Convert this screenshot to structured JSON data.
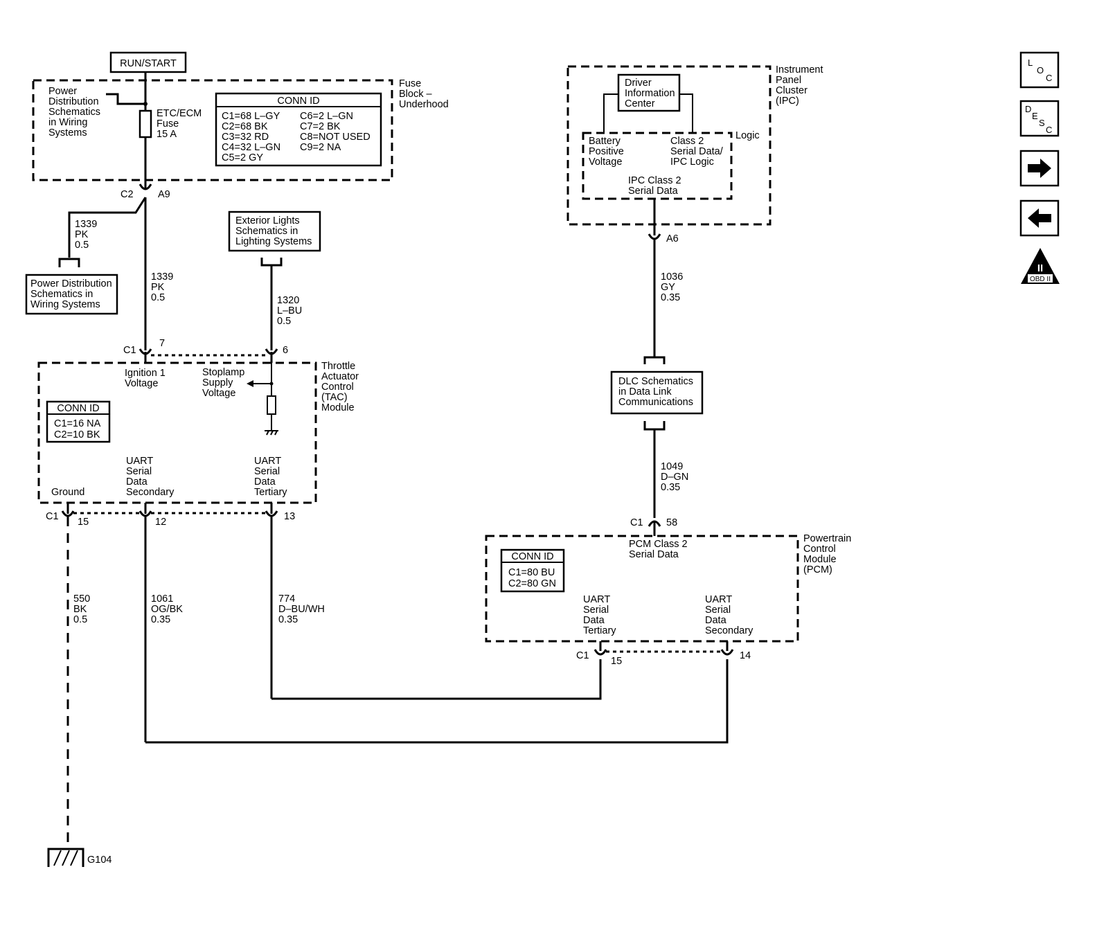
{
  "fuse_block": {
    "run_start": "RUN/START",
    "ref_power": [
      "Power",
      "Distribution",
      "Schematics",
      "in Wiring",
      "Systems"
    ],
    "fuse_label": [
      "ETC/ECM",
      "Fuse",
      "15 A"
    ],
    "name": [
      "Fuse",
      "Block –",
      "Underhood"
    ],
    "conn_id_title": "CONN ID",
    "conn_id_left": [
      "C1=68 L–GY",
      "C2=68 BK",
      "C3=32 RD",
      "C4=32 L–GN",
      "C5=2 GY"
    ],
    "conn_id_right": [
      "C6=2 L–GN",
      "C7=2 BK",
      "C8=NOT USED",
      "C9=2 NA"
    ]
  },
  "connectors": {
    "c2": "C2",
    "a9": "A9",
    "c1_7": "C1",
    "pin7": "7",
    "pin6": "6",
    "c1_15": "C1",
    "pin15": "15",
    "pin12": "12",
    "pin13": "13",
    "a6": "A6",
    "c1_58": "C1",
    "pin58": "58",
    "c1_pcm": "C1",
    "pcm15": "15",
    "pcm14": "14"
  },
  "wires": {
    "w1339_branch": [
      "1339",
      "PK",
      "0.5"
    ],
    "w1339_main": [
      "1339",
      "PK",
      "0.5"
    ],
    "w1320": [
      "1320",
      "L–BU",
      "0.5"
    ],
    "w550": [
      "550",
      "BK",
      "0.5"
    ],
    "w1061": [
      "1061",
      "OG/BK",
      "0.35"
    ],
    "w774": [
      "774",
      "D–BU/WH",
      "0.35"
    ],
    "w1036": [
      "1036",
      "GY",
      "0.35"
    ],
    "w1049": [
      "1049",
      "D–GN",
      "0.35"
    ]
  },
  "power_ref_box": [
    "Power Distribution",
    "Schematics in",
    "Wiring  Systems"
  ],
  "ext_lights_box": [
    "Exterior Lights",
    "Schematics in",
    "Lighting Systems"
  ],
  "tac": {
    "name": [
      "Throttle",
      "Actuator",
      "Control",
      "(TAC)",
      "Module"
    ],
    "ignition": [
      "Ignition 1",
      "Voltage"
    ],
    "stoplamp": [
      "Stoplamp",
      "Supply",
      "Voltage"
    ],
    "conn_id_title": "CONN ID",
    "conn_id": [
      "C1=16 NA",
      "C2=10 BK"
    ],
    "ground": "Ground",
    "uart_secondary": [
      "UART",
      "Serial",
      "Data",
      "Secondary"
    ],
    "uart_tertiary": [
      "UART",
      "Serial",
      "Data",
      "Tertiary"
    ]
  },
  "ipc": {
    "name": [
      "Instrument",
      "Panel",
      "Cluster",
      "(IPC)"
    ],
    "dic": [
      "Driver",
      "Information",
      "Center"
    ],
    "logic": "Logic",
    "battery": [
      "Battery",
      "Positive",
      "Voltage"
    ],
    "class2": [
      "Class 2",
      "Serial Data/",
      "IPC Logic"
    ],
    "ipc_serial": [
      "IPC Class 2",
      "Serial Data"
    ]
  },
  "dlc_box": [
    "DLC Schematics",
    "in Data Link",
    "Communications"
  ],
  "pcm": {
    "name": [
      "Powertrain",
      "Control",
      "Module",
      "(PCM)"
    ],
    "serial": [
      "PCM Class 2",
      "Serial Data"
    ],
    "conn_id_title": "CONN ID",
    "conn_id": [
      "C1=80 BU",
      "C2=80 GN"
    ],
    "uart_tertiary": [
      "UART",
      "Serial",
      "Data",
      "Tertiary"
    ],
    "uart_secondary": [
      "UART",
      "Serial",
      "Data",
      "Secondary"
    ]
  },
  "ground_label": "G104",
  "nav": {
    "loc": [
      "L",
      "O",
      "C"
    ],
    "desc": [
      "D",
      "E",
      "S",
      "C"
    ],
    "obd": "OBD II",
    "obd_mark": "II"
  }
}
